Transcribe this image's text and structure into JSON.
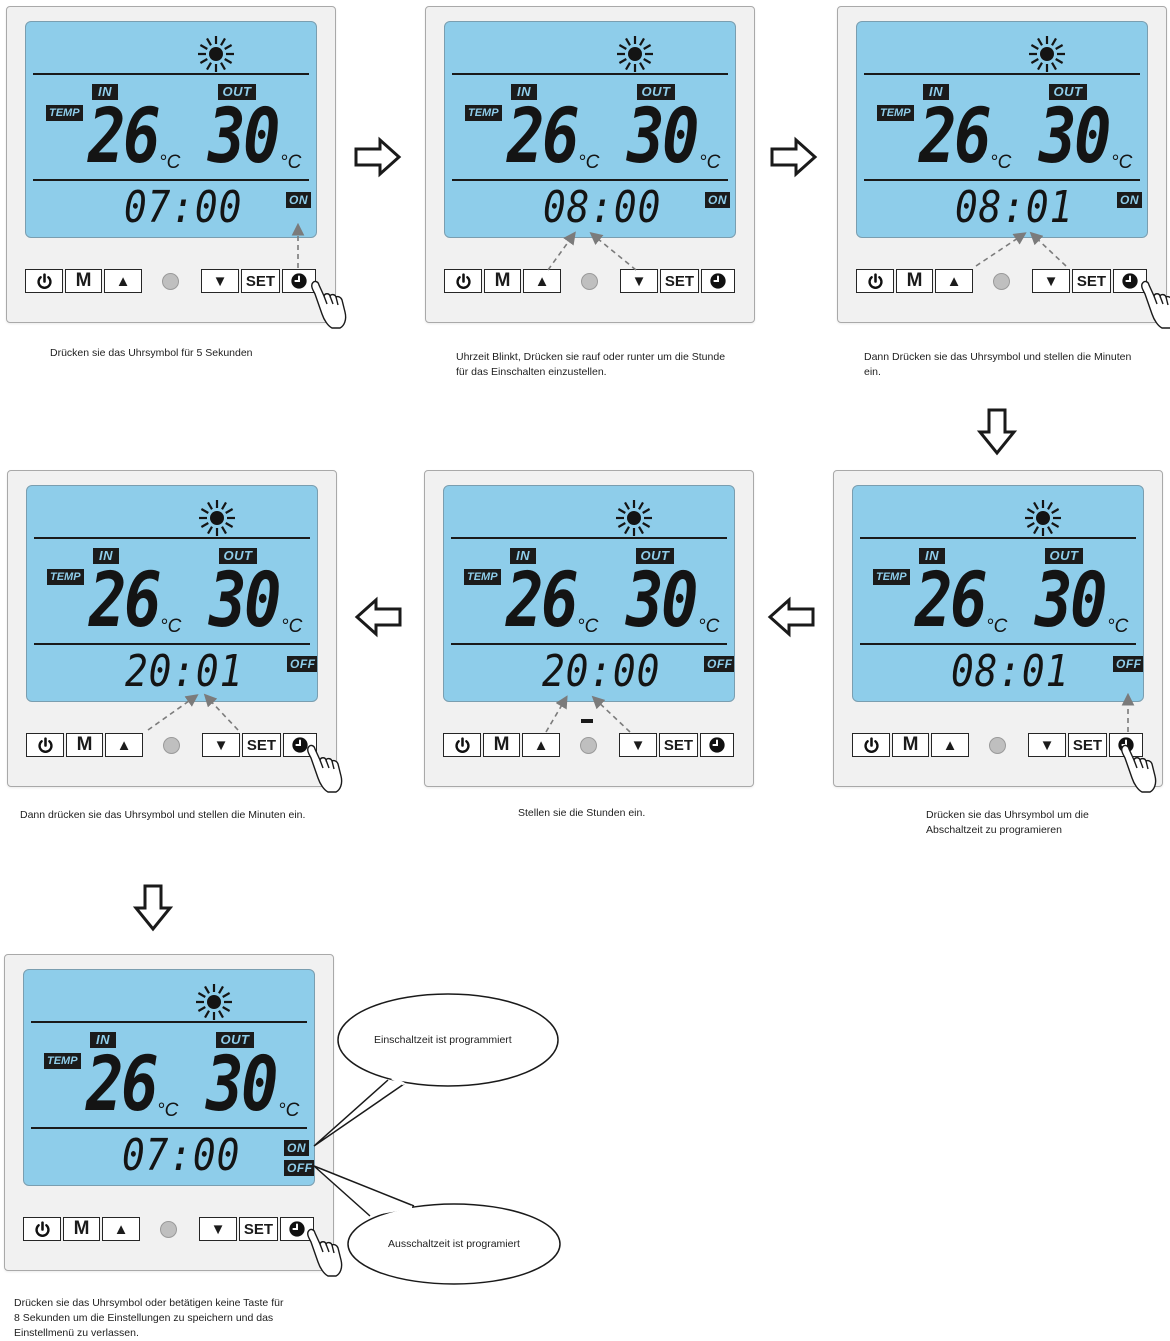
{
  "panels": [
    {
      "time": "07:00",
      "status": [
        "ON"
      ],
      "caption": "Drücken sie das Uhrsymbol für 5 Sekunden"
    },
    {
      "time": "08:00",
      "status": [
        "ON"
      ],
      "caption": "Uhrzeit Blinkt, Drücken sie rauf oder runter um die Stunde\nfür das Einschalten einzustellen."
    },
    {
      "time": "08:01",
      "status": [
        "ON"
      ],
      "caption": "Dann Drücken sie das Uhrsymbol und stellen die Minuten\nein."
    },
    {
      "time": "08:01",
      "status": [
        "OFF"
      ],
      "caption": "Drücken sie das Uhrsymbol um die\nAbschaltzeit zu programieren"
    },
    {
      "time": "20:00",
      "status": [
        "OFF"
      ],
      "caption": "Stellen sie die Stunden ein."
    },
    {
      "time": "20:01",
      "status": [
        "OFF"
      ],
      "caption": "Dann drücken sie das Uhrsymbol und stellen die Minuten ein."
    },
    {
      "time": "07:00",
      "status": [
        "ON",
        "OFF"
      ],
      "caption": "Drücken sie das Uhrsymbol oder betätigen keine Taste für\n8 Sekunden um die Einstellungen zu speichern und das\nEinstellmenü zu verlassen."
    }
  ],
  "display": {
    "in_label": "IN",
    "out_label": "OUT",
    "temp_label": "TEMP",
    "in_temp": "26",
    "out_temp": "30",
    "unit": "°C"
  },
  "buttons": {
    "m_label": "M",
    "set_label": "SET",
    "up_symbol": "▲",
    "down_symbol": "▼"
  },
  "bubbles": {
    "on_programmed": "Einschaltzeit ist programmiert",
    "off_programmed": "Ausschaltzeit ist programiert"
  },
  "colors": {
    "lcd_background": "#8ecdea",
    "segment": "#141414",
    "panel": "#f1f1f1"
  },
  "icons": [
    "sun-icon",
    "power-icon",
    "clock-icon",
    "pointing-hand-icon",
    "arrow-right-icon",
    "arrow-down-icon",
    "arrow-left-icon"
  ]
}
